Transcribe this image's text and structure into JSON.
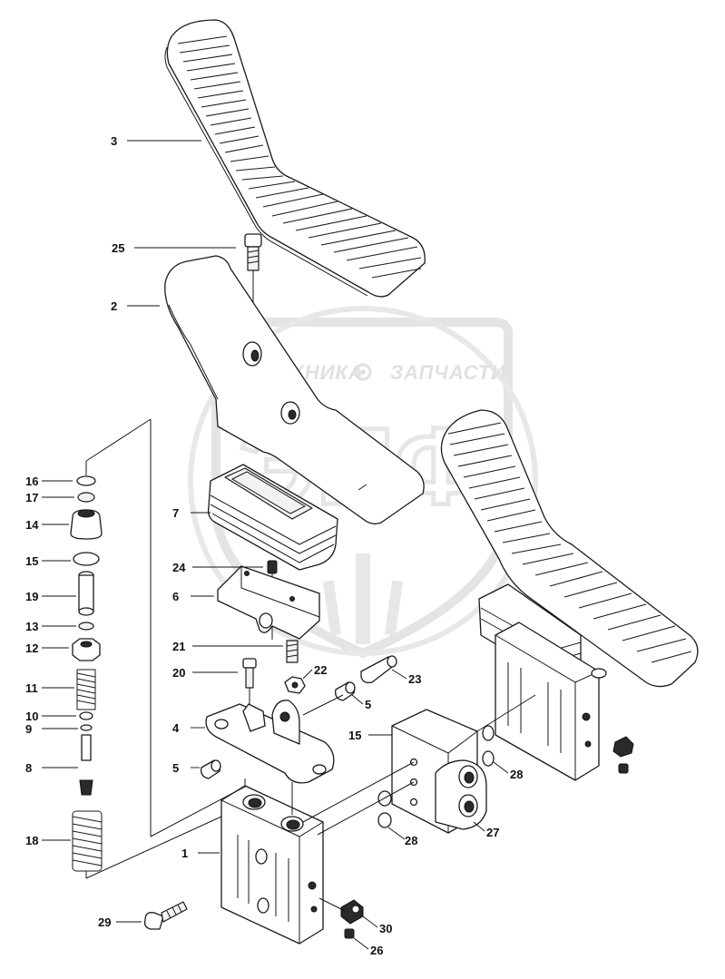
{
  "watermark": {
    "text_left": "ТЕХНИКА",
    "text_right": "ЗАПЧАСТИ",
    "logo_letters": "ЭПФ",
    "color": "#cfcfcf"
  },
  "callouts": [
    {
      "id": "c3",
      "label": "3"
    },
    {
      "id": "c25",
      "label": "25"
    },
    {
      "id": "c2",
      "label": "2"
    },
    {
      "id": "c16",
      "label": "16"
    },
    {
      "id": "c17",
      "label": "17"
    },
    {
      "id": "c14",
      "label": "14"
    },
    {
      "id": "c15a",
      "label": "15"
    },
    {
      "id": "c19",
      "label": "19"
    },
    {
      "id": "c13",
      "label": "13"
    },
    {
      "id": "c12",
      "label": "12"
    },
    {
      "id": "c11",
      "label": "11"
    },
    {
      "id": "c10",
      "label": "10"
    },
    {
      "id": "c9",
      "label": "9"
    },
    {
      "id": "c8",
      "label": "8"
    },
    {
      "id": "c18",
      "label": "18"
    },
    {
      "id": "c7",
      "label": "7"
    },
    {
      "id": "c24",
      "label": "24"
    },
    {
      "id": "c6",
      "label": "6"
    },
    {
      "id": "c21",
      "label": "21"
    },
    {
      "id": "c20",
      "label": "20"
    },
    {
      "id": "c22",
      "label": "22"
    },
    {
      "id": "c23",
      "label": "23"
    },
    {
      "id": "c5a",
      "label": "5"
    },
    {
      "id": "c4",
      "label": "4"
    },
    {
      "id": "c5b",
      "label": "5"
    },
    {
      "id": "c15b",
      "label": "15"
    },
    {
      "id": "c28a",
      "label": "28"
    },
    {
      "id": "c27",
      "label": "27"
    },
    {
      "id": "c28b",
      "label": "28"
    },
    {
      "id": "c1",
      "label": "1"
    },
    {
      "id": "c29",
      "label": "29"
    },
    {
      "id": "c30",
      "label": "30"
    },
    {
      "id": "c26",
      "label": "26"
    }
  ]
}
